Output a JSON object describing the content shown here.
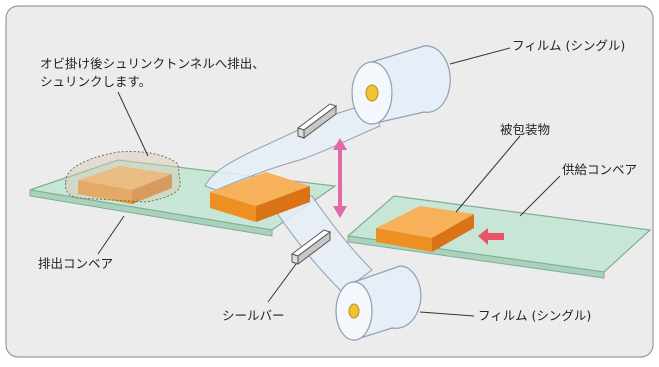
{
  "labels": {
    "shrink_line1": "オビ掛け後シュリンクトンネルへ排出、",
    "shrink_line2": "シュリンクします。",
    "film_top": "フィルム (シングル)",
    "wrapped_item": "被包装物",
    "supply_conveyor": "供給コンベア",
    "discharge_conveyor": "排出コンベア",
    "seal_bar": "シールバー",
    "film_bottom": "フィルム (シングル)"
  },
  "colors": {
    "panel_bg": "#ececec",
    "panel_border": "#9a9a9a",
    "conveyor": "#c8e6d6",
    "conveyor_edge": "#7fae95",
    "box_top": "#f7b15a",
    "box_front": "#ee8f24",
    "box_side": "#d97316",
    "film": "#e6eef8",
    "film_edge": "#8f9fb2",
    "film_core": "#f1c232",
    "arrow_pink": "#e06aa8",
    "arrow_red": "#e8556a"
  }
}
